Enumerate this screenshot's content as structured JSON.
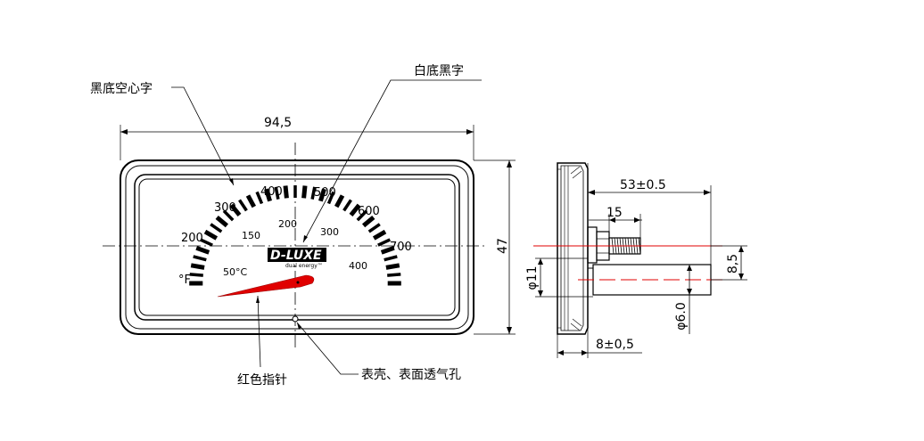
{
  "labels": {
    "black_hollow_text": "黑底空心字",
    "white_black_text": "白底黑字",
    "red_pointer": "红色指针",
    "vent_hole": "表壳、表面透气孔"
  },
  "dimensions": {
    "width": "94,5",
    "height": "47",
    "stem_length": "53±0.5",
    "thread_length": "15",
    "offset": "8,5",
    "body_dia": "φ11",
    "stem_dia": "φ6.0",
    "flange": "8±0,5"
  },
  "dial": {
    "f_scale": [
      "200",
      "300",
      "400",
      "500",
      "600",
      "700"
    ],
    "c_scale": [
      "50°C",
      "150",
      "200",
      "300",
      "400"
    ],
    "unit_f": "°F"
  },
  "brand": {
    "name": "D-LUXE",
    "tagline": "dual energy™"
  },
  "colors": {
    "pointer": "#e00000",
    "centerline": "#e00000",
    "ink": "#000000"
  }
}
